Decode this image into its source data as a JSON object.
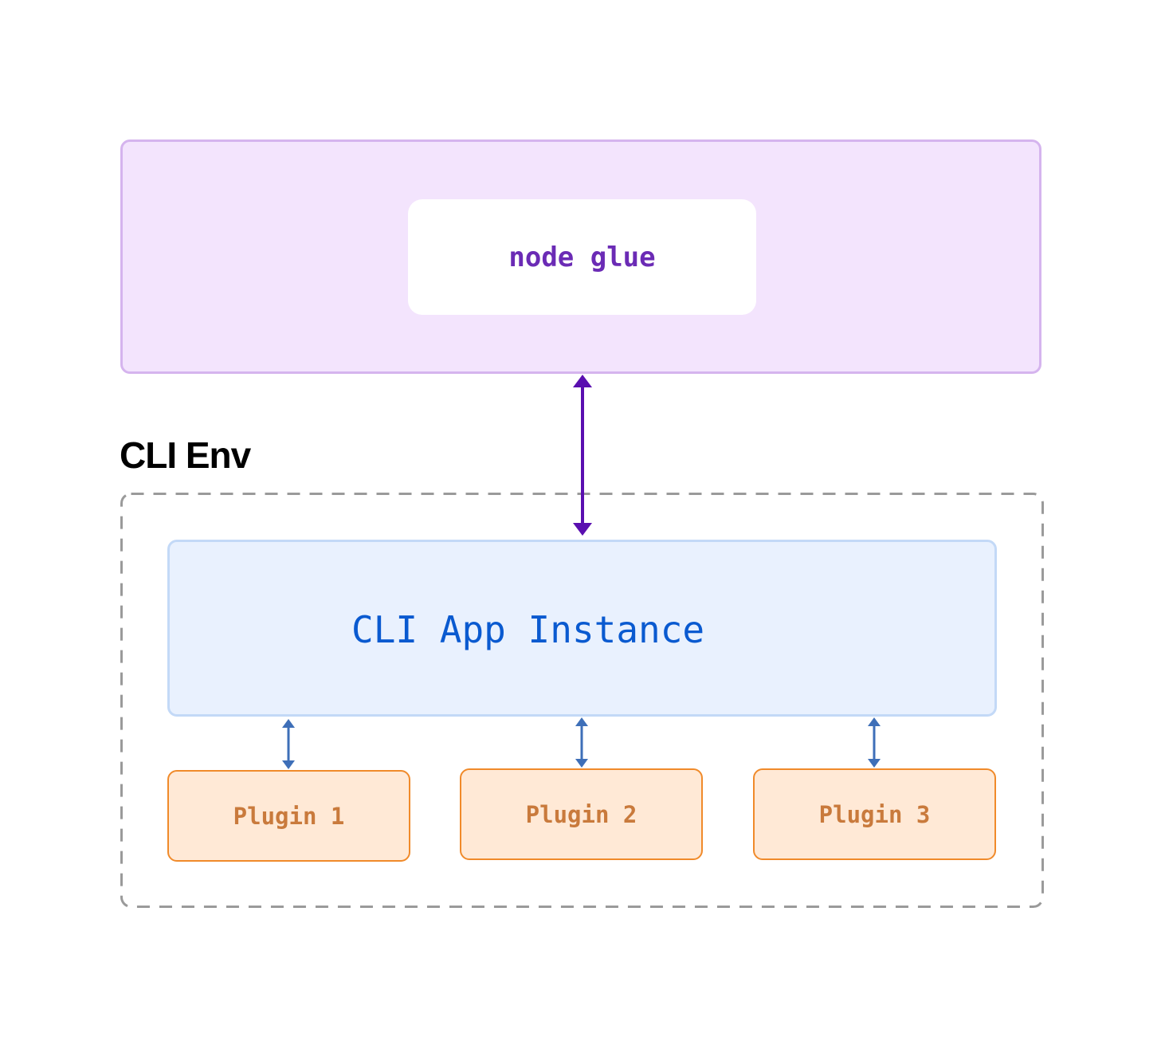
{
  "node": {
    "glue_label": "node glue",
    "panel_color": "#f3e4fd",
    "text_color": "#6b2bb5"
  },
  "env": {
    "label": "CLI Env"
  },
  "app": {
    "label": "CLI App Instance",
    "text_color": "#0a5ad0"
  },
  "plugins": [
    {
      "label": "Plugin 1"
    },
    {
      "label": "Plugin 2"
    },
    {
      "label": "Plugin 3"
    }
  ],
  "colors": {
    "main_arrow": "#5a0fb0",
    "plugin_arrow": "#3e6fb8",
    "plugin_fill": "#ffe9d6",
    "plugin_border": "#f08a2a"
  }
}
